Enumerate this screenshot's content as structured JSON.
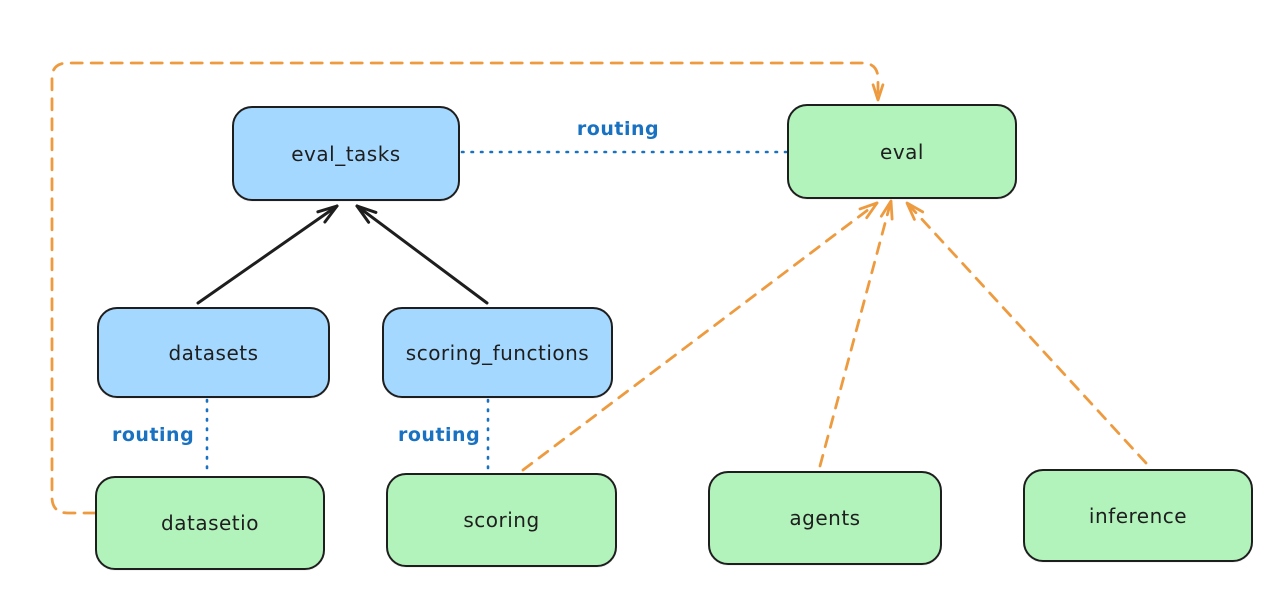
{
  "diagram": {
    "nodes": [
      {
        "id": "eval_tasks",
        "label": "eval_tasks",
        "color": "blue"
      },
      {
        "id": "eval",
        "label": "eval",
        "color": "green"
      },
      {
        "id": "datasets",
        "label": "datasets",
        "color": "blue"
      },
      {
        "id": "scoring_functions",
        "label": "scoring_functions",
        "color": "blue"
      },
      {
        "id": "datasetio",
        "label": "datasetio",
        "color": "green"
      },
      {
        "id": "scoring",
        "label": "scoring",
        "color": "green"
      },
      {
        "id": "agents",
        "label": "agents",
        "color": "green"
      },
      {
        "id": "inference",
        "label": "inference",
        "color": "green"
      }
    ],
    "edges": [
      {
        "from": "datasets",
        "to": "eval_tasks",
        "style": "solid",
        "color": "black",
        "arrow": true,
        "label": ""
      },
      {
        "from": "scoring_functions",
        "to": "eval_tasks",
        "style": "solid",
        "color": "black",
        "arrow": true,
        "label": ""
      },
      {
        "from": "eval_tasks",
        "to": "eval",
        "style": "dotted",
        "color": "blue",
        "arrow": false,
        "label": "routing"
      },
      {
        "from": "datasets",
        "to": "datasetio",
        "style": "dotted",
        "color": "blue",
        "arrow": false,
        "label": "routing"
      },
      {
        "from": "scoring_functions",
        "to": "scoring",
        "style": "dotted",
        "color": "blue",
        "arrow": false,
        "label": "routing"
      },
      {
        "from": "datasetio",
        "to": "eval",
        "style": "dashed",
        "color": "orange",
        "arrow": true,
        "label": ""
      },
      {
        "from": "scoring",
        "to": "eval",
        "style": "dashed",
        "color": "orange",
        "arrow": true,
        "label": ""
      },
      {
        "from": "agents",
        "to": "eval",
        "style": "dashed",
        "color": "orange",
        "arrow": true,
        "label": ""
      },
      {
        "from": "inference",
        "to": "eval",
        "style": "dashed",
        "color": "orange",
        "arrow": true,
        "label": ""
      }
    ],
    "colors": {
      "node_blue_fill": "#a5d8ff",
      "node_green_fill": "#b2f2bb",
      "node_stroke": "#1e1e1e",
      "text": "#1e1e1e",
      "routing_blue": "#1971c2",
      "arrow_orange": "#ee9b40",
      "arrow_black": "#1e1e1e",
      "background": "#ffffff"
    }
  }
}
